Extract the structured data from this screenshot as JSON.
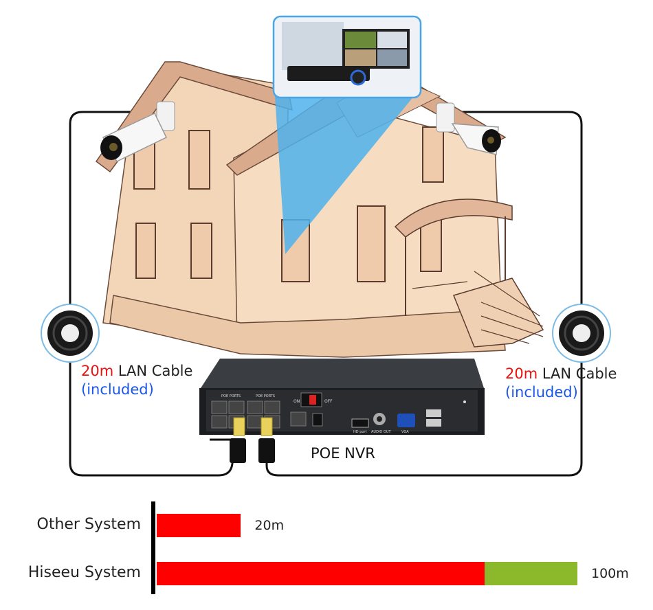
{
  "cable_left": {
    "length": "20m",
    "text": " LAN Cable",
    "included": "(included)"
  },
  "cable_right": {
    "length": "20m",
    "text": " LAN Cable",
    "included": "(included)"
  },
  "nvr_label": "POE NVR",
  "nvr_port_labels": {
    "poe_a": "POE PORTS",
    "poe_b": "POE PORTS",
    "on": "ON",
    "off": "OFF",
    "hdmi": "HD port",
    "audio": "AUDIO OUT",
    "vga": "VGA"
  },
  "colors": {
    "red": "#ff0000",
    "green": "#8cb82c",
    "house_wall": "#f3d6b8",
    "house_roof": "#d9aa8c",
    "accent_blue": "#1a56e8"
  },
  "chart_data": {
    "type": "bar",
    "orientation": "horizontal",
    "categories": [
      "Other System",
      "Hiseeu System"
    ],
    "values": [
      20,
      100
    ],
    "value_labels": [
      "20m",
      "100m"
    ],
    "segments": [
      {
        "category": "Other System",
        "parts": [
          {
            "value": 20,
            "color": "#ff0000"
          }
        ]
      },
      {
        "category": "Hiseeu System",
        "parts": [
          {
            "value": 78,
            "color": "#ff0000"
          },
          {
            "value": 22,
            "color": "#8cb82c"
          }
        ]
      }
    ],
    "xlim": [
      0,
      100
    ],
    "grid": false
  }
}
